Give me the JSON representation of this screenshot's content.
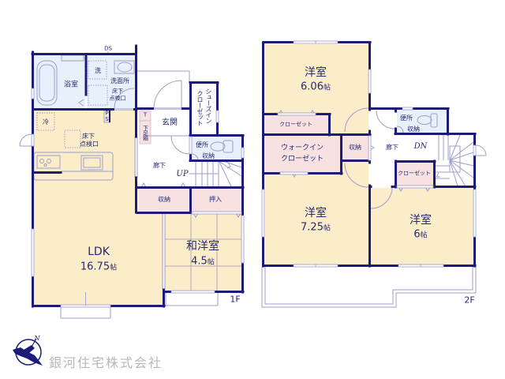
{
  "floor1": {
    "label": "1F",
    "ds": "DS",
    "bath": "浴室",
    "washer": "洗",
    "washroom": "洗面所",
    "wash_hatch": [
      "床下",
      "点検口"
    ],
    "ps": "PS",
    "fridge": "冷",
    "ldk_hatch": [
      "床下",
      "点検口"
    ],
    "ldk": {
      "name": "LDK",
      "size": "16.75",
      "unit": "帖"
    },
    "shoe_t": "T",
    "shoe_box": "下足箱",
    "entrance": "玄関",
    "shoe_closet": [
      "シューズイン",
      "クローゼット"
    ],
    "toilet": "便所",
    "toilet_storage": "収納",
    "hallway": "廊下",
    "stairs": "UP",
    "storage": "収納",
    "oshiire": "押入",
    "washitsu": {
      "name": "和洋室",
      "size": "4.5",
      "unit": "帖"
    }
  },
  "floor2": {
    "label": "2F",
    "room_north": {
      "name": "洋室",
      "size": "6.06",
      "unit": "帖"
    },
    "closet_north": "クローゼット",
    "walk_in": [
      "ウォークイン",
      "クローゼット"
    ],
    "storage": "収納",
    "hallway": "廊下",
    "stairs": "DN",
    "toilet": "便所",
    "toilet_storage": "収納",
    "closet_hall": "クローゼット",
    "room_sw": {
      "name": "洋室",
      "size": "7.25",
      "unit": "帖"
    },
    "room_se": {
      "name": "洋室",
      "size": "6",
      "unit": "帖"
    }
  },
  "logo": {
    "compass": "N",
    "company": "銀河住宅株式会社"
  },
  "colors": {
    "wall": "#1c1c78",
    "room_fill": "#fbecca",
    "wet_area_fill": "#e8f1fb",
    "storage_fill": "#f8e1e1",
    "text": "#262a6e",
    "company_text": "#b6b6bf"
  }
}
